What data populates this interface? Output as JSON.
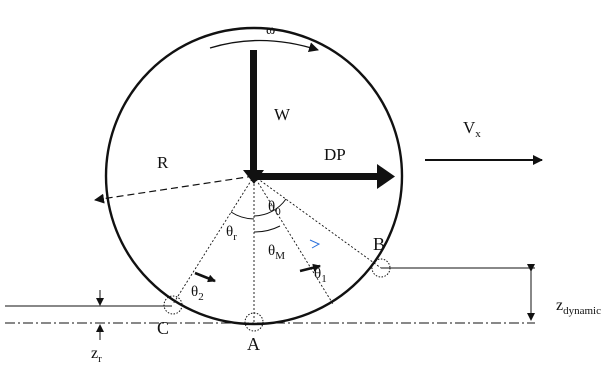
{
  "labels": {
    "omega": "ω",
    "weight": "W",
    "drawbar_pull": "DP",
    "velocity": "V",
    "velocity_sub": "x",
    "radius": "R",
    "theta0": "θ",
    "theta0_sub": "0",
    "theta_r": "θ",
    "theta_r_sub": "r",
    "theta_m": "θ",
    "theta_m_sub": "M",
    "theta1": "θ",
    "theta1_sub": "1",
    "theta2": "θ",
    "theta2_sub": "2",
    "point_a": "A",
    "point_b": "B",
    "point_c": "C",
    "z_dynamic": "z",
    "z_dynamic_sub": "dynamic",
    "z_r": "z",
    "z_r_sub": "r"
  }
}
